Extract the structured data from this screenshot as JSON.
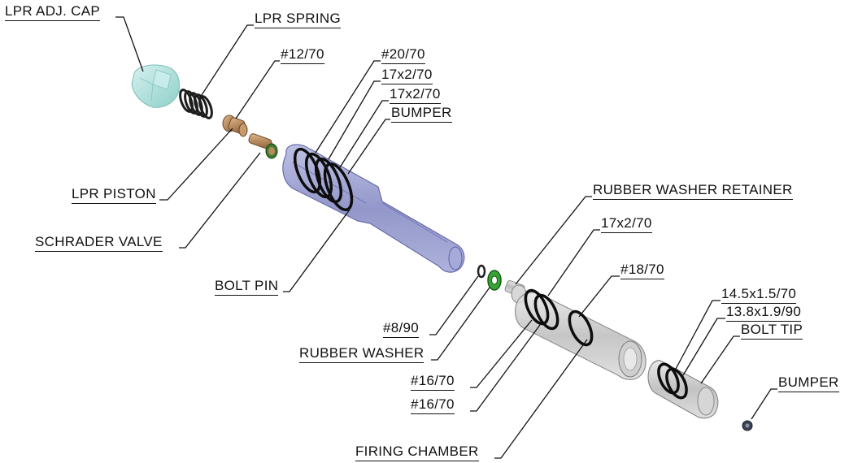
{
  "labels": {
    "lpr_adj_cap": "LPR ADJ. CAP",
    "lpr_spring": "LPR SPRING",
    "oring_12_70": "#12/70",
    "oring_20_70": "#20/70",
    "oring_17x2_70_a": "17x2/70",
    "oring_17x2_70_b": "17x2/70",
    "bumper_top": "BUMPER",
    "lpr_piston": "LPR PISTON",
    "schrader_valve": "SCHRADER VALVE",
    "bolt_pin": "BOLT PIN",
    "rubber_washer_retainer": "RUBBER WASHER RETAINER",
    "oring_17x2_70_c": "17x2/70",
    "oring_18_70": "#18/70",
    "oring_14_5": "14.5x1.5/70",
    "oring_13_8": "13.8x1.9/90",
    "bolt_tip": "BOLT TIP",
    "bumper_bottom": "BUMPER",
    "oring_8_90": "#8/90",
    "rubber_washer": "RUBBER WASHER",
    "oring_16_70_a": "#16/70",
    "oring_16_70_b": "#16/70",
    "firing_chamber": "FIRING CHAMBER"
  },
  "colors": {
    "cap": "#a9dcd8",
    "spring": "#222222",
    "brass": "#b9875a",
    "bolt_pin": "#8f93c9",
    "oring": "#0c0c0c",
    "green": "#2e9a2a",
    "grey": "#c9c9c9"
  }
}
